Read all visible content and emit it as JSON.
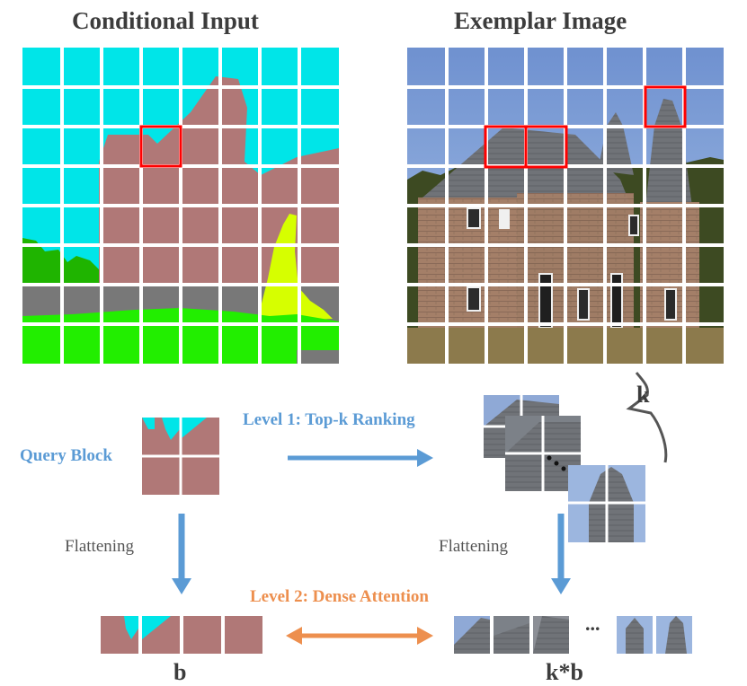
{
  "titles": {
    "left": "Conditional Input",
    "right": "Exemplar Image"
  },
  "labels": {
    "query_block": "Query Block",
    "level1": "Level 1: Top-k  Ranking",
    "level2": "Level 2: Dense Attention",
    "flatten_left": "Flattening",
    "flatten_right": "Flattening",
    "k": "k",
    "b": "b",
    "kb": "k*b",
    "ellipsis": "..."
  },
  "colors": {
    "sky_cyan": "#00e5e8",
    "building_rose": "#b07877",
    "tree_green": "#1fb400",
    "grass_green": "#22ee00",
    "gray_ground": "#787878",
    "chimney_yellow": "#d6ff00",
    "highlight_red": "#ff0000",
    "arrow_blue": "#5b9bd5",
    "arrow_orange": "#ed8f4e",
    "sky_blue": "#7fa0d8",
    "brick": "#a07a62",
    "roof": "#6f6f72",
    "ground": "#8c7a4c"
  }
}
